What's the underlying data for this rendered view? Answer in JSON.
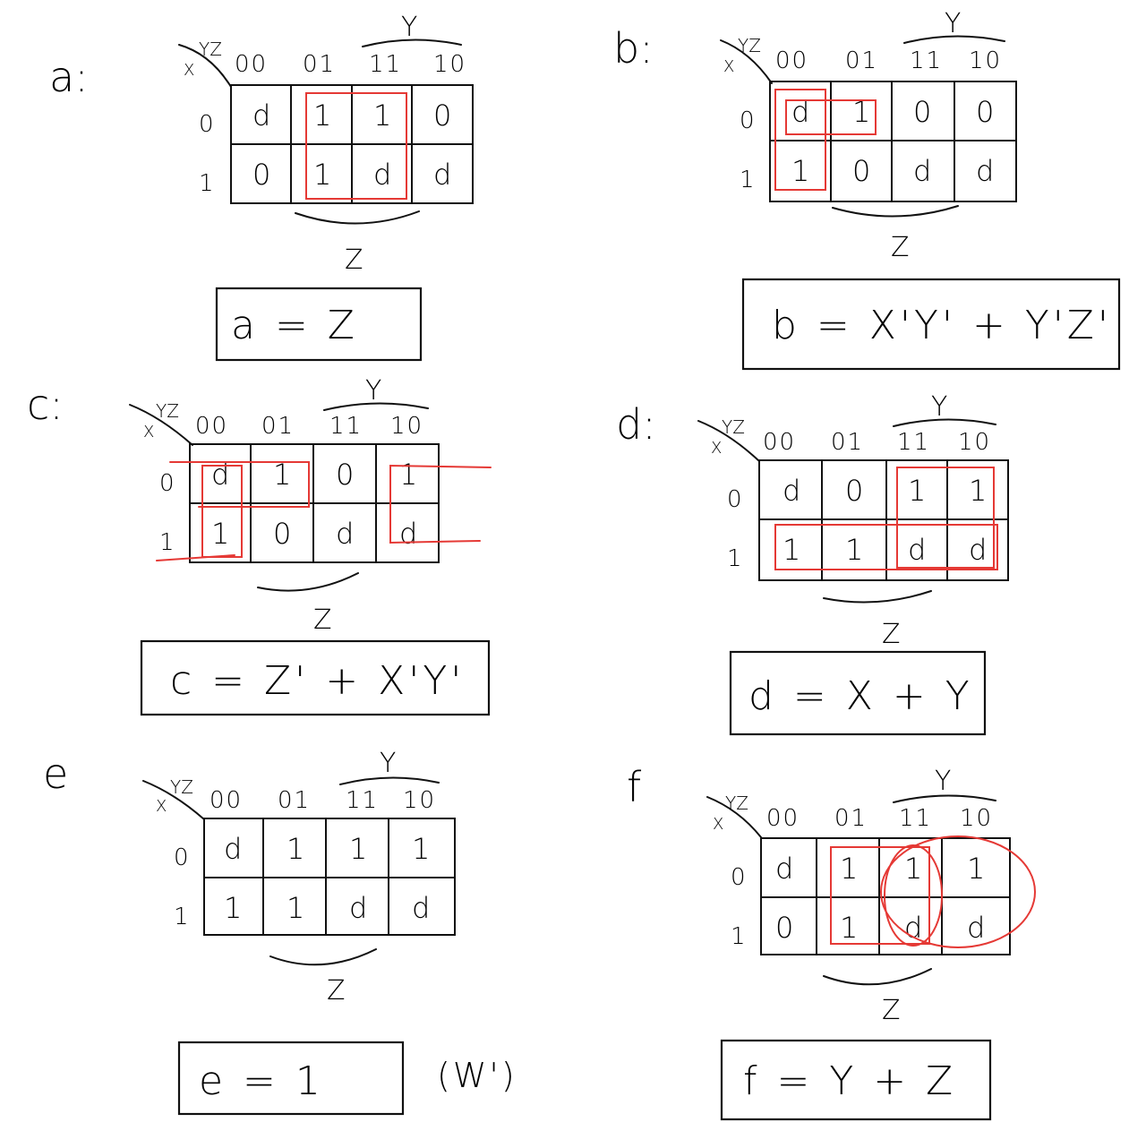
{
  "column_headers": [
    "00",
    "01",
    "11",
    "10"
  ],
  "corner": {
    "var_cols": "YZ",
    "var_row": "X"
  },
  "row_headers": [
    "0",
    "1"
  ],
  "y_brace_label": "Y",
  "z_brace_label": "Z",
  "maps": [
    {
      "id": "a",
      "label": "a:",
      "cells": [
        [
          "d",
          "1",
          "1",
          "0"
        ],
        [
          "0",
          "1",
          "d",
          "d"
        ]
      ],
      "answer": "a = Z",
      "note": ""
    },
    {
      "id": "b",
      "label": "b:",
      "cells": [
        [
          "d",
          "1",
          "0",
          "0"
        ],
        [
          "1",
          "0",
          "d",
          "d"
        ]
      ],
      "answer": "b = X'Y' + Y'Z'",
      "note": ""
    },
    {
      "id": "c",
      "label": "c:",
      "cells": [
        [
          "d",
          "1",
          "0",
          "1"
        ],
        [
          "1",
          "0",
          "d",
          "d"
        ]
      ],
      "answer": "c = Z' + X'Y'",
      "note": ""
    },
    {
      "id": "d",
      "label": "d:",
      "cells": [
        [
          "d",
          "0",
          "1",
          "1"
        ],
        [
          "1",
          "1",
          "d",
          "d"
        ]
      ],
      "answer": "d = X + Y",
      "note": ""
    },
    {
      "id": "e",
      "label": "e",
      "cells": [
        [
          "d",
          "1",
          "1",
          "1"
        ],
        [
          "1",
          "1",
          "d",
          "d"
        ]
      ],
      "answer": "e = 1",
      "note": "(W')"
    },
    {
      "id": "f",
      "label": "f",
      "cells": [
        [
          "d",
          "1",
          "1",
          "1"
        ],
        [
          "0",
          "1",
          "d",
          "d"
        ]
      ],
      "answer": "f = Y + Z",
      "note": ""
    }
  ],
  "colors": {
    "ink": "#111111",
    "grouping": "#e53935"
  }
}
